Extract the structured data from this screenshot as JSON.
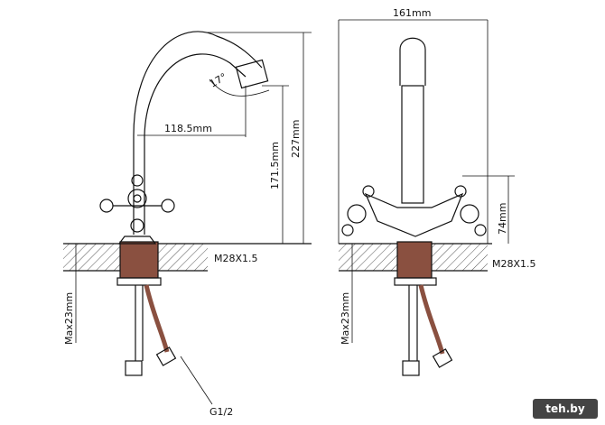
{
  "left_view": {
    "angle": "17°",
    "reach": "118.5mm",
    "outlet_height": "171.5mm",
    "total_height": "227mm",
    "thread": "M28X1.5",
    "max_thickness": "Max23mm",
    "hose_thread": "G1/2"
  },
  "right_view": {
    "width": "161mm",
    "handle_height": "74mm",
    "thread": "M28X1.5",
    "max_thickness": "Max23mm"
  },
  "watermark": "teh.by",
  "colors": {
    "line": "#111111",
    "thread": "#8a5040",
    "hatch": "#555555"
  }
}
